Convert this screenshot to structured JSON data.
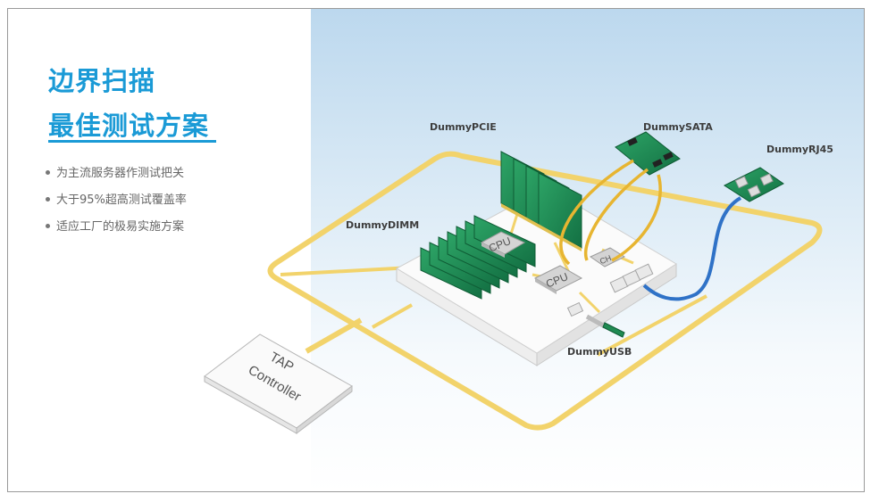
{
  "title": {
    "line1": "边界扫描",
    "line2": "最佳测试方案"
  },
  "bullets": [
    "为主流服务器作测试把关",
    "大于95%超高测试覆盖率",
    "适应工厂的极易实施方案"
  ],
  "diagram": {
    "pcie_label": "DummyPCIE",
    "sata_label": "DummySATA",
    "rj45_label": "DummyRJ45",
    "dimm_label": "DummyDIMM",
    "usb_label": "DummyUSB",
    "cpu1_label": "CPU",
    "cpu2_label": "CPU",
    "ch_label": "CH",
    "tap_line1": "TAP",
    "tap_line2": "Controller"
  },
  "colors": {
    "title": "#1a9ad6",
    "chain": "#f2d36b",
    "pcb": "#1f8a52",
    "cable_yellow": "#e7b531",
    "cable_blue": "#2f72c7"
  },
  "icons": [
    "bullet-dot-icon"
  ]
}
